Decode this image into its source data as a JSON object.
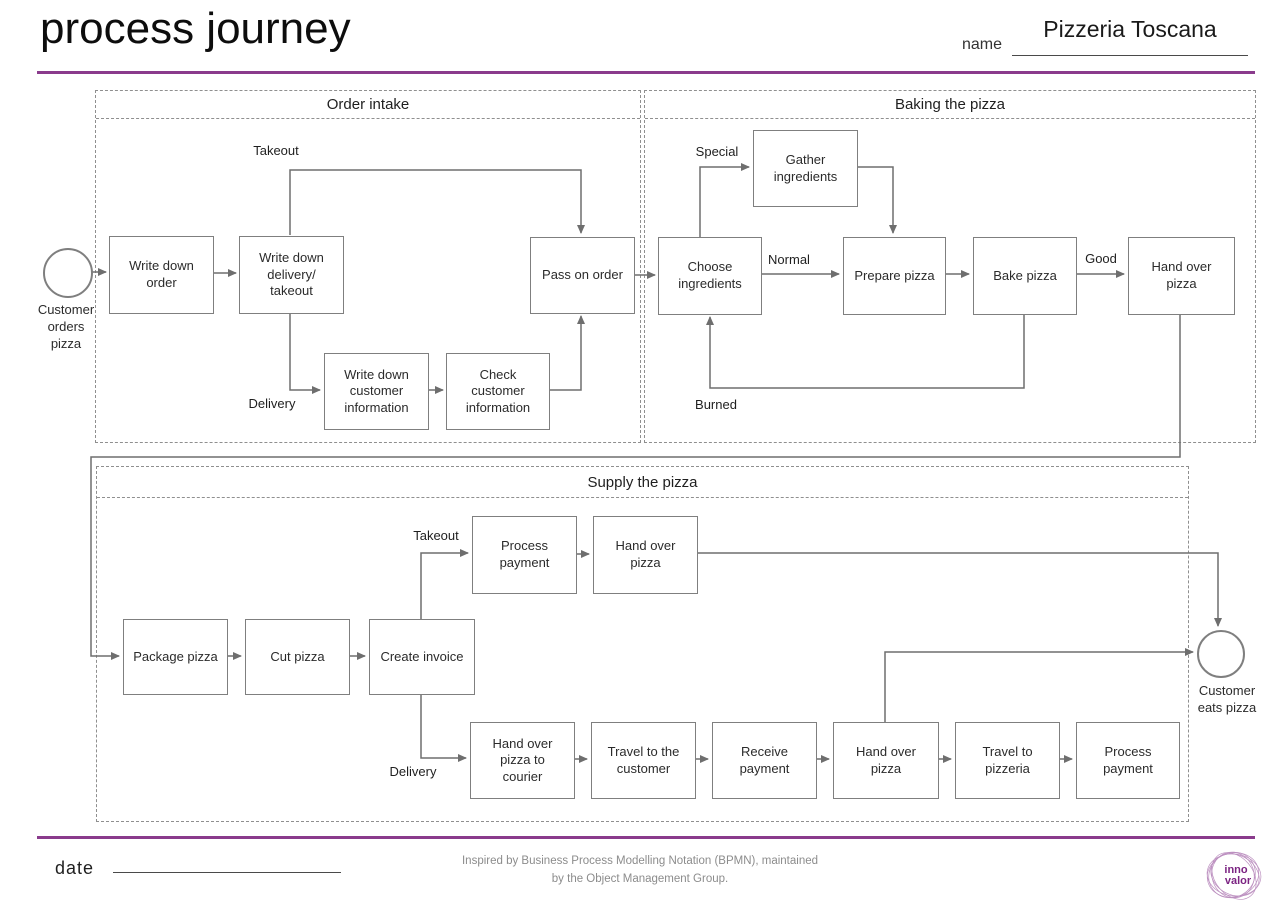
{
  "header": {
    "title": "process journey",
    "name_label": "name",
    "name_value": "Pizzeria Toscana"
  },
  "groups": {
    "order_intake": {
      "title": "Order intake"
    },
    "baking": {
      "title": "Baking the pizza"
    },
    "supply": {
      "title": "Supply the pizza"
    }
  },
  "events": {
    "start": {
      "label": "Customer\norders\npizza"
    },
    "end": {
      "label": "Customer\neats pizza"
    }
  },
  "nodes": {
    "write_down_order": "Write down\norder",
    "write_down_delivery_takeout": "Write down\ndelivery/\ntakeout",
    "write_down_customer_info": "Write down\ncustomer\ninformation",
    "check_customer_info": "Check\ncustomer\ninformation",
    "pass_on_order": "Pass on order",
    "choose_ingredients": "Choose\ningredients",
    "gather_ingredients": "Gather\ningredients",
    "prepare_pizza": "Prepare pizza",
    "bake_pizza": "Bake pizza",
    "hand_over_pizza_baking": "Hand over\npizza",
    "package_pizza": "Package pizza",
    "cut_pizza": "Cut pizza",
    "create_invoice": "Create invoice",
    "process_payment_takeout": "Process\npayment",
    "hand_over_pizza_takeout": "Hand over\npizza",
    "hand_over_pizza_courier": "Hand over\npizza to\ncourier",
    "travel_to_customer": "Travel to the\ncustomer",
    "receive_payment": "Receive\npayment",
    "hand_over_pizza_delivery": "Hand over\npizza",
    "travel_to_pizzeria": "Travel to\npizzeria",
    "process_payment_delivery": "Process\npayment"
  },
  "edge_labels": {
    "takeout_intake": "Takeout",
    "delivery_intake": "Delivery",
    "special": "Special",
    "normal": "Normal",
    "good": "Good",
    "burned": "Burned",
    "takeout_supply": "Takeout",
    "delivery_supply": "Delivery"
  },
  "footer": {
    "date_label": "date",
    "credit": "Inspired by Business Process Modelling Notation (BPMN), maintained\nby the Object Management Group.",
    "logo_line1": "inno",
    "logo_line2": "valor"
  },
  "colors": {
    "accent": "#8a3b8c",
    "logo": "#7b2382",
    "connector": "#6e6e6e",
    "box_border": "#7f7f7f",
    "group_border": "#8f8f8f"
  }
}
